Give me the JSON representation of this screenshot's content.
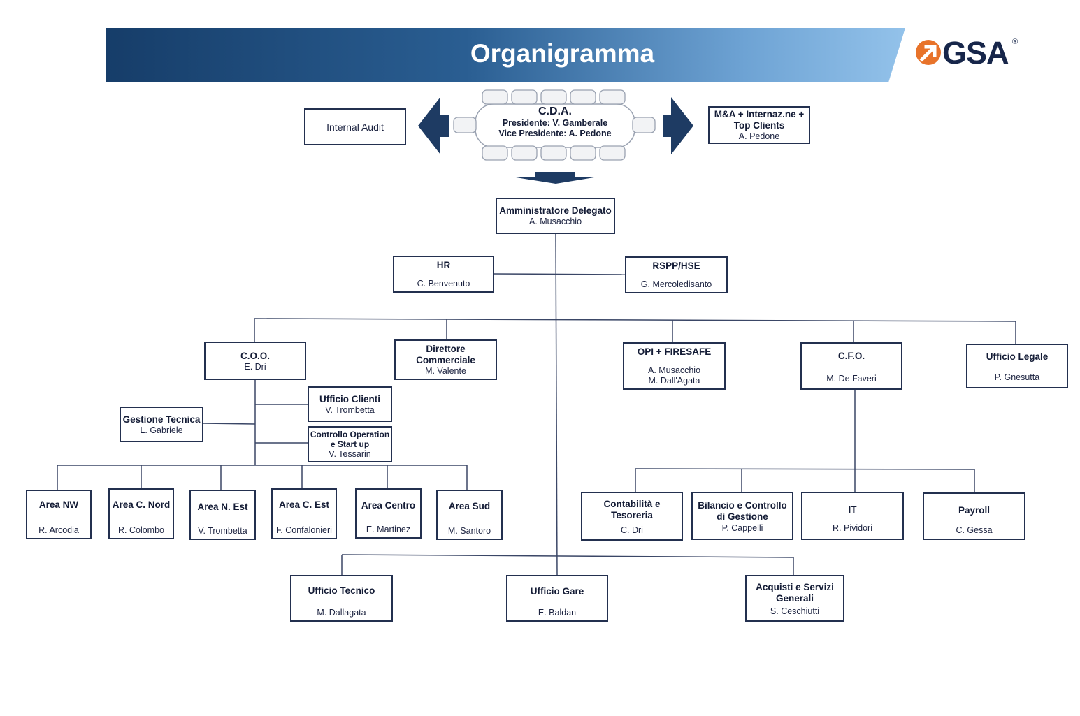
{
  "header": {
    "title": "Organigramma",
    "logo_text": "GSA",
    "logo_mark": "®",
    "accent_color": "#e8732a",
    "banner_colors": [
      "#163d69",
      "#93c2ea"
    ]
  },
  "board": {
    "title": "C.D.A.",
    "line1": "Presidente: V. Gamberale",
    "line2": "Vice Presidente: A. Pedone"
  },
  "internal_audit": {
    "label": "Internal Audit"
  },
  "ma": {
    "title": "M&A + Internaz.ne +\nTop Clients",
    "name": "A. Pedone"
  },
  "ceo": {
    "title": "Amministratore Delegato",
    "name": "A. Musacchio"
  },
  "hr": {
    "title": "HR",
    "name": "C. Benvenuto"
  },
  "rspp": {
    "title": "RSPP/HSE",
    "name": "G. Mercoledisanto"
  },
  "coo": {
    "title": "C.O.O.",
    "name": "E. Dri"
  },
  "direttore": {
    "title": "Direttore\nCommerciale",
    "name": "M. Valente"
  },
  "opi": {
    "title": "OPI + FIRESAFE",
    "name": "A. Musacchio\nM. Dall'Agata"
  },
  "cfo": {
    "title": "C.F.O.",
    "name": "M. De Faveri"
  },
  "legale": {
    "title": "Ufficio Legale",
    "name": "P. Gnesutta"
  },
  "ufficio_clienti": {
    "title": "Ufficio Clienti",
    "name": "V. Trombetta"
  },
  "gestione_tecnica": {
    "title": "Gestione Tecnica",
    "name": "L. Gabriele"
  },
  "controllo_operation": {
    "title": "Controllo Operation\ne Start up",
    "name": "V. Tessarin"
  },
  "areas": [
    {
      "title": "Area NW",
      "name": "R. Arcodia"
    },
    {
      "title": "Area C. Nord",
      "name": "R. Colombo"
    },
    {
      "title": "Area N. Est",
      "name": "V. Trombetta"
    },
    {
      "title": "Area C. Est",
      "name": "F. Confalonieri"
    },
    {
      "title": "Area Centro",
      "name": "E. Martinez"
    },
    {
      "title": "Area Sud",
      "name": "M. Santoro"
    }
  ],
  "finance": [
    {
      "title": "Contabilità e\nTesoreria",
      "name": "C. Dri"
    },
    {
      "title": "Bilancio e Controllo\ndi Gestione",
      "name": "P. Cappelli"
    },
    {
      "title": "IT",
      "name": "R. Pividori"
    },
    {
      "title": "Payroll",
      "name": "C. Gessa"
    }
  ],
  "bottom": [
    {
      "title": "Ufficio Tecnico",
      "name": "M. Dallagata"
    },
    {
      "title": "Ufficio Gare",
      "name": "E. Baldan"
    },
    {
      "title": "Acquisti e Servizi\nGenerali",
      "name": "S. Ceschiutti"
    }
  ]
}
